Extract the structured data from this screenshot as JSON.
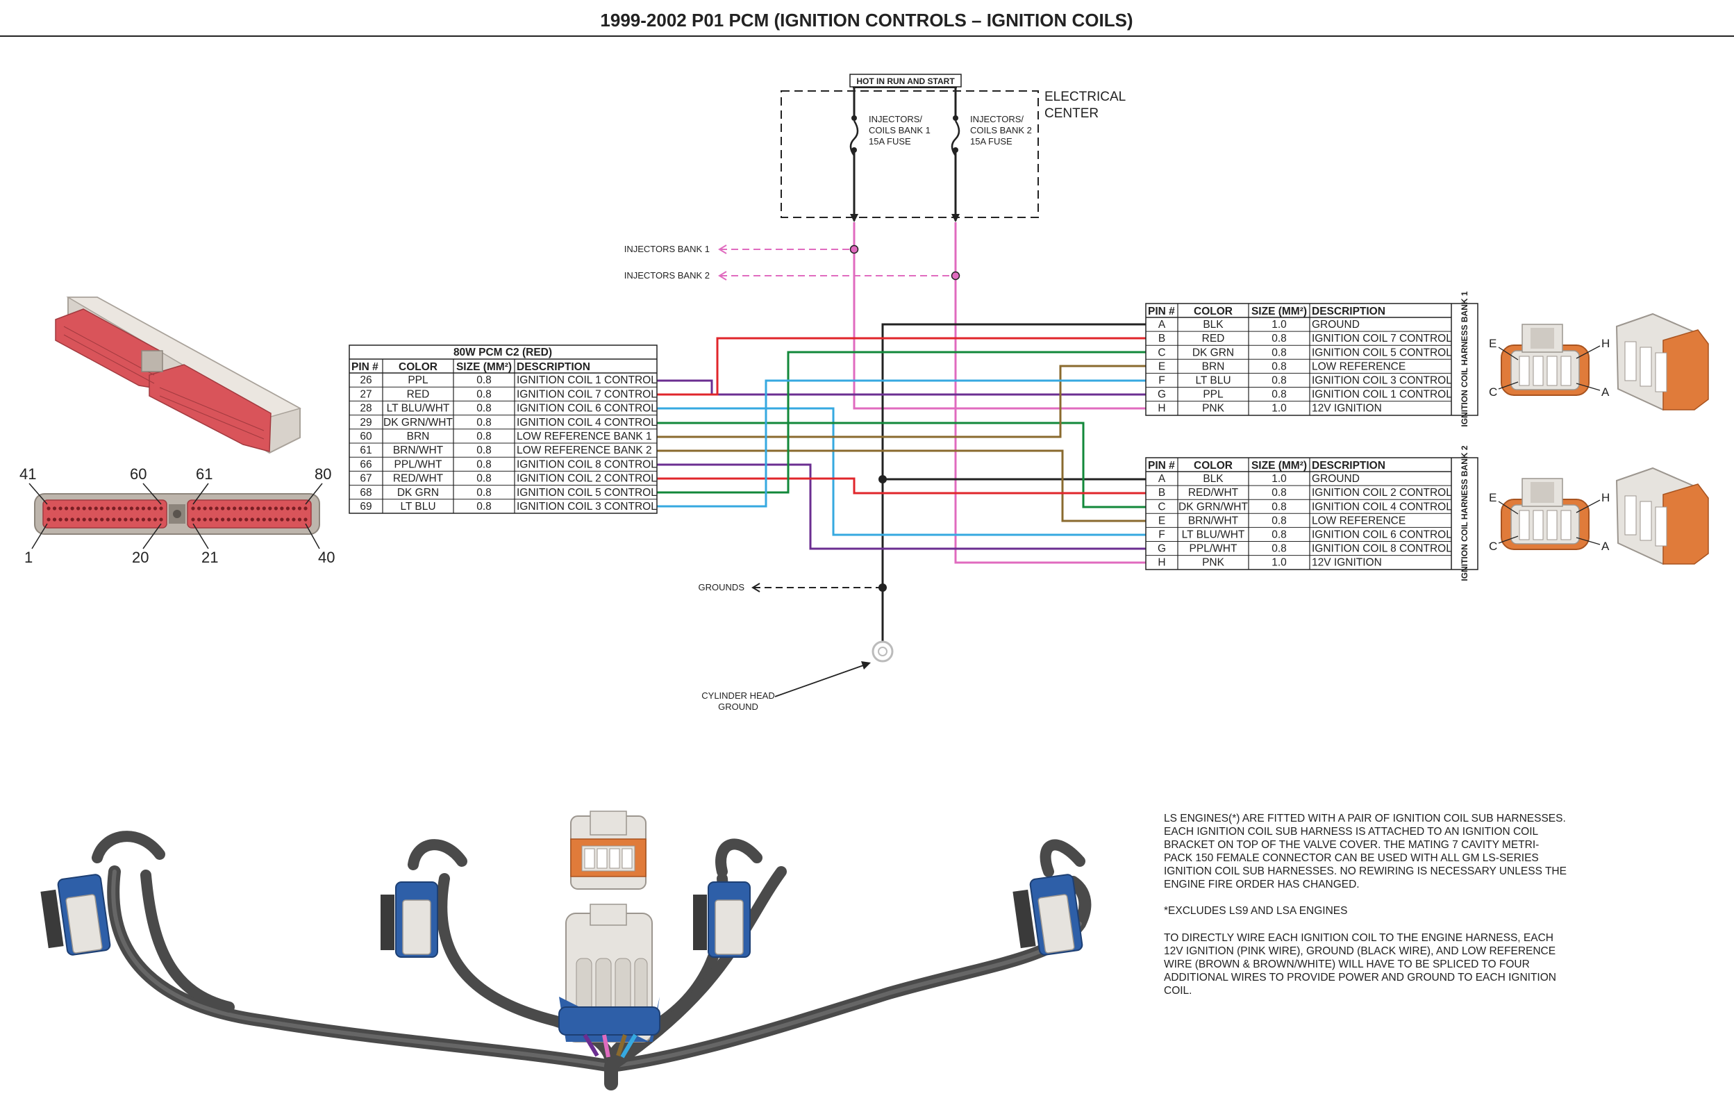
{
  "title": "1999-2002 P01 PCM (IGNITION CONTROLS – IGNITION COILS)",
  "electrical_center": {
    "label_line1": "ELECTRICAL",
    "label_line2": "CENTER",
    "hot_label": "HOT IN RUN AND START",
    "fuse1": [
      "INJECTORS/",
      "COILS BANK 1",
      "15A FUSE"
    ],
    "fuse2": [
      "INJECTORS/",
      "COILS BANK 2",
      "15A FUSE"
    ]
  },
  "injectors_bank1": "INJECTORS BANK 1",
  "injectors_bank2": "INJECTORS BANK 2",
  "grounds_label": "GROUNDS",
  "cylinder_head_ground": [
    "CYLINDER HEAD",
    "GROUND"
  ],
  "pcm_pin_numbers": {
    "p41": "41",
    "p60": "60",
    "p61": "61",
    "p80": "80",
    "p1": "1",
    "p20": "20",
    "p21": "21",
    "p40": "40"
  },
  "pcm_table": {
    "title": "80W PCM C2 (RED)",
    "headers": [
      "PIN #",
      "COLOR",
      "SIZE (MM²)",
      "DESCRIPTION"
    ],
    "rows": [
      [
        "26",
        "PPL",
        "0.8",
        "IGNITION COIL 1 CONTROL"
      ],
      [
        "27",
        "RED",
        "0.8",
        "IGNITION COIL 7 CONTROL"
      ],
      [
        "28",
        "LT BLU/WHT",
        "0.8",
        "IGNITION COIL 6 CONTROL"
      ],
      [
        "29",
        "DK GRN/WHT",
        "0.8",
        "IGNITION COIL 4 CONTROL"
      ],
      [
        "60",
        "BRN",
        "0.8",
        "LOW REFERENCE BANK 1"
      ],
      [
        "61",
        "BRN/WHT",
        "0.8",
        "LOW REFERENCE BANK 2"
      ],
      [
        "66",
        "PPL/WHT",
        "0.8",
        "IGNITION COIL 8 CONTROL"
      ],
      [
        "67",
        "RED/WHT",
        "0.8",
        "IGNITION COIL 2 CONTROL"
      ],
      [
        "68",
        "DK GRN",
        "0.8",
        "IGNITION COIL 5 CONTROL"
      ],
      [
        "69",
        "LT BLU",
        "0.8",
        "IGNITION COIL 3 CONTROL"
      ]
    ]
  },
  "bank1_table": {
    "side_label": "IGNITION COIL HARNESS BANK 1",
    "headers": [
      "PIN #",
      "COLOR",
      "SIZE (MM²)",
      "DESCRIPTION"
    ],
    "rows": [
      [
        "A",
        "BLK",
        "1.0",
        "GROUND"
      ],
      [
        "B",
        "RED",
        "0.8",
        "IGNITION COIL 7 CONTROL"
      ],
      [
        "C",
        "DK GRN",
        "0.8",
        "IGNITION COIL 5 CONTROL"
      ],
      [
        "E",
        "BRN",
        "0.8",
        "LOW REFERENCE"
      ],
      [
        "F",
        "LT BLU",
        "0.8",
        "IGNITION COIL 3 CONTROL"
      ],
      [
        "G",
        "PPL",
        "0.8",
        "IGNITION COIL 1 CONTROL"
      ],
      [
        "H",
        "PNK",
        "1.0",
        "12V IGNITION"
      ]
    ]
  },
  "bank2_table": {
    "side_label": "IGNITION COIL HARNESS BANK 2",
    "headers": [
      "PIN #",
      "COLOR",
      "SIZE (MM²)",
      "DESCRIPTION"
    ],
    "rows": [
      [
        "A",
        "BLK",
        "1.0",
        "GROUND"
      ],
      [
        "B",
        "RED/WHT",
        "0.8",
        "IGNITION COIL 2 CONTROL"
      ],
      [
        "C",
        "DK GRN/WHT",
        "0.8",
        "IGNITION COIL 4 CONTROL"
      ],
      [
        "E",
        "BRN/WHT",
        "0.8",
        "LOW REFERENCE"
      ],
      [
        "F",
        "LT BLU/WHT",
        "0.8",
        "IGNITION COIL 6 CONTROL"
      ],
      [
        "G",
        "PPL/WHT",
        "0.8",
        "IGNITION COIL 8 CONTROL"
      ],
      [
        "H",
        "PNK",
        "1.0",
        "12V IGNITION"
      ]
    ]
  },
  "connector_pin_letters": {
    "e": "E",
    "h": "H",
    "c": "C",
    "a": "A"
  },
  "note": {
    "paragraph1": [
      "LS ENGINES(*) ARE FITTED WITH A PAIR OF IGNITION COIL SUB HARNESSES.",
      "EACH IGNITION COIL SUB HARNESS IS ATTACHED TO AN IGNITION COIL",
      "BRACKET ON TOP OF THE VALVE COVER. THE MATING 7 CAVITY METRI-",
      "PACK 150 FEMALE CONNECTOR CAN BE USED WITH ALL GM LS-SERIES",
      "IGNITION COIL SUB HARNESSES. NO REWIRING IS NECESSARY UNLESS THE",
      "ENGINE FIRE ORDER HAS CHANGED."
    ],
    "paragraph2": [
      "*EXCLUDES LS9 AND LSA ENGINES"
    ],
    "paragraph3": [
      "TO DIRECTLY WIRE EACH IGNITION COIL TO THE ENGINE HARNESS, EACH",
      "12V IGNITION (PINK WIRE), GROUND (BLACK WIRE), AND LOW REFERENCE",
      "WIRE (BROWN & BROWN/WHITE) WILL HAVE TO BE SPLICED TO FOUR",
      "ADDITIONAL WIRES TO PROVIDE POWER AND GROUND TO EACH IGNITION",
      "COIL."
    ]
  },
  "colors": {
    "black": "#222222",
    "red": "#e0262b",
    "dk_green": "#12883a",
    "brown": "#8a6a2e",
    "lt_blue": "#36a9e0",
    "purple": "#6b2e91",
    "pink": "#e06bbf",
    "pcm_body": "#d8d2cb",
    "pcm_pins": "#d9545a",
    "connector_orange": "#e07b3a",
    "connector_gray": "#e6e3de",
    "harness": "#4a4a4a",
    "coil_blue": "#2e5fa8"
  }
}
